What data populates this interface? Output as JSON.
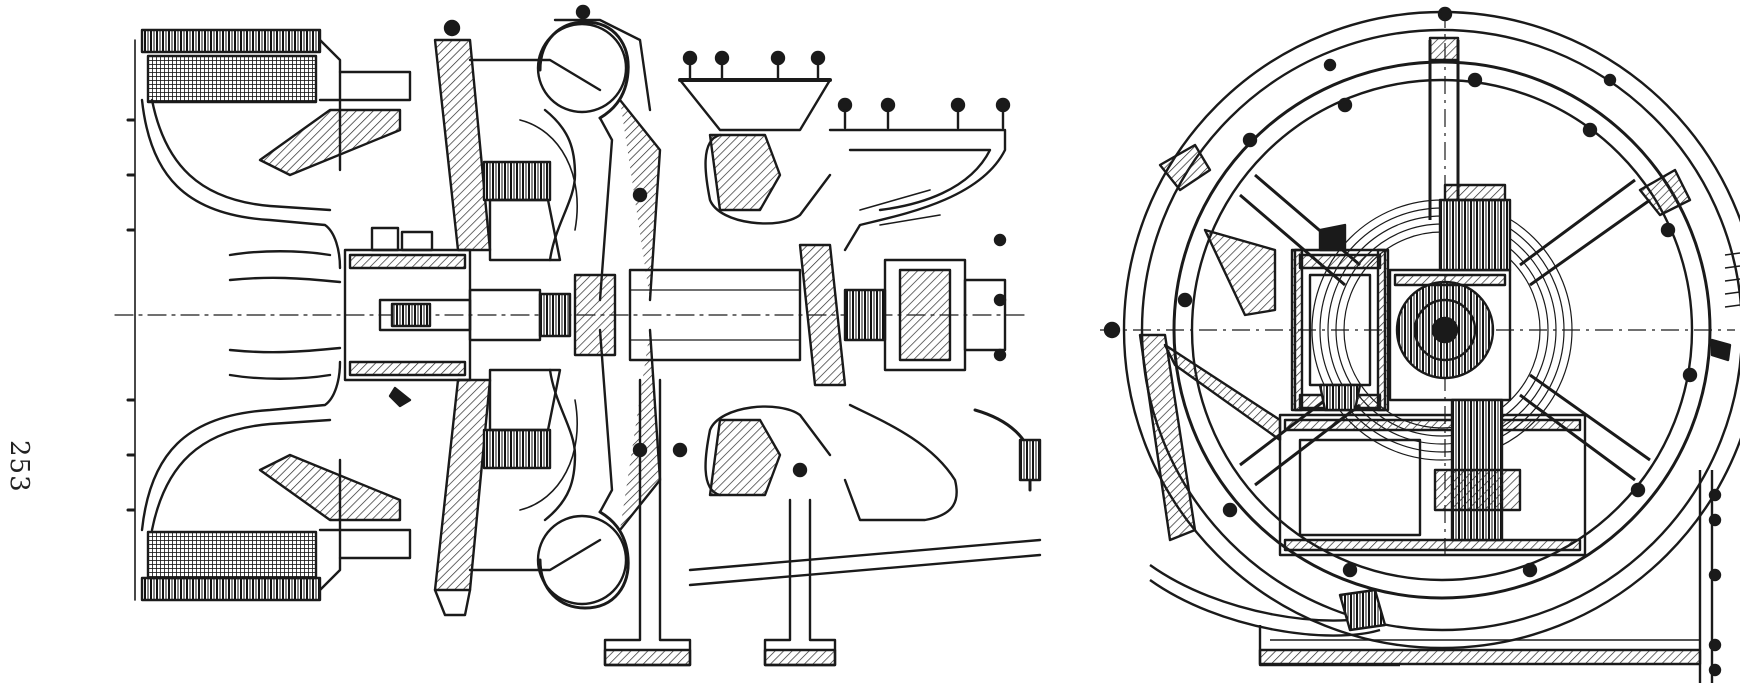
{
  "page": {
    "page_number": "253"
  },
  "figure": {
    "views": [
      {
        "name": "longitudinal-section"
      },
      {
        "name": "end-view"
      }
    ]
  },
  "colors": {
    "ink": "#1a1a1a",
    "paper": "#ffffff",
    "hatch": "#2a2a2a"
  }
}
